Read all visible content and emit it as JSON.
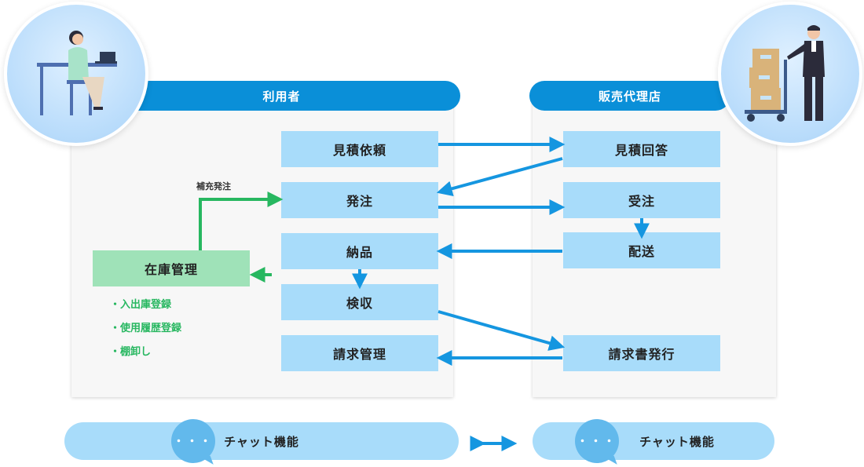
{
  "user": {
    "title": "利用者",
    "steps": [
      "見積依頼",
      "発注",
      "納品",
      "検収",
      "請求管理"
    ],
    "refill_label": "補充発注",
    "inventory": {
      "title": "在庫管理",
      "features": [
        "・入出庫登録",
        "・使用履歴登録",
        "・棚卸し"
      ]
    }
  },
  "dealer": {
    "title": "販売代理店",
    "steps": [
      "見積回答",
      "受注",
      "配送",
      "請求書発行"
    ]
  },
  "chat": {
    "left_label": "チャット機能",
    "right_label": "チャット機能",
    "bubble_text": "・・・"
  },
  "colors": {
    "header": "#0a8fd8",
    "box": "#a8dcfa",
    "inventory_box": "#9fe2b8",
    "arrow_blue": "#1596e0",
    "arrow_green": "#27b760"
  },
  "icons": [
    "office-worker-illustration",
    "delivery-man-illustration",
    "chat-bubble-icon"
  ]
}
